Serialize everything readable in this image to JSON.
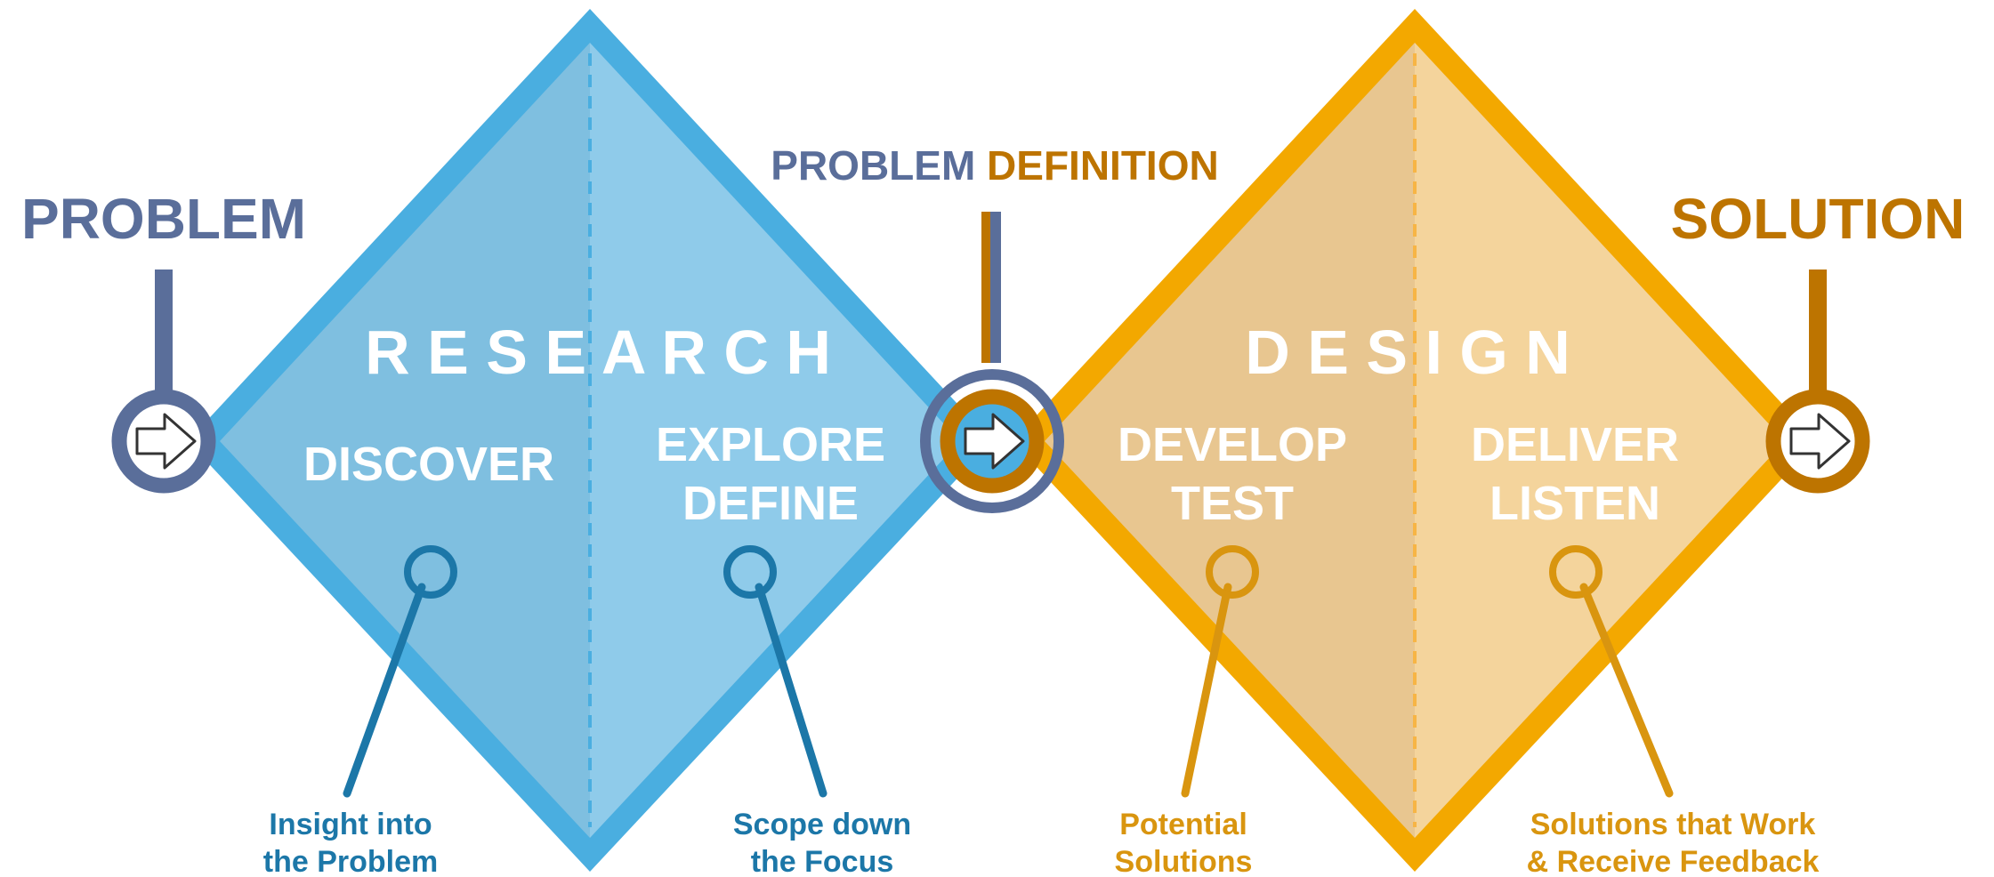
{
  "labels": {
    "problem": "PROBLEM",
    "solution": "SOLUTION",
    "problem_definition_left": "PROBLEM",
    "problem_definition_right": "DEFINITION"
  },
  "phases": {
    "research": "R E S E A R C H",
    "design": "D E S I G N"
  },
  "stages": {
    "discover": "DISCOVER",
    "explore": "EXPLORE",
    "define": "DEFINE",
    "develop": "DEVELOP",
    "test": "TEST",
    "deliver": "DELIVER",
    "listen": "LISTEN"
  },
  "callouts": {
    "insight_1": "Insight into",
    "insight_2": "the Problem",
    "scope_1": "Scope down",
    "scope_2": "the Focus",
    "potential_1": "Potential",
    "potential_2": "Solutions",
    "solutions_1": "Solutions that Work",
    "solutions_2": "& Receive Feedback"
  },
  "icons": {
    "arrow": "right-arrow-icon"
  },
  "colors": {
    "slate": "#5a6e9a",
    "blue_border": "#4aaee0",
    "blue_fill": "#86c3e3",
    "blue_dark": "#1c77a8",
    "orange_border": "#f3a800",
    "orange_fill": "#f2cf92",
    "orange_dark": "#bd7400",
    "gold_text": "#d9950f"
  }
}
